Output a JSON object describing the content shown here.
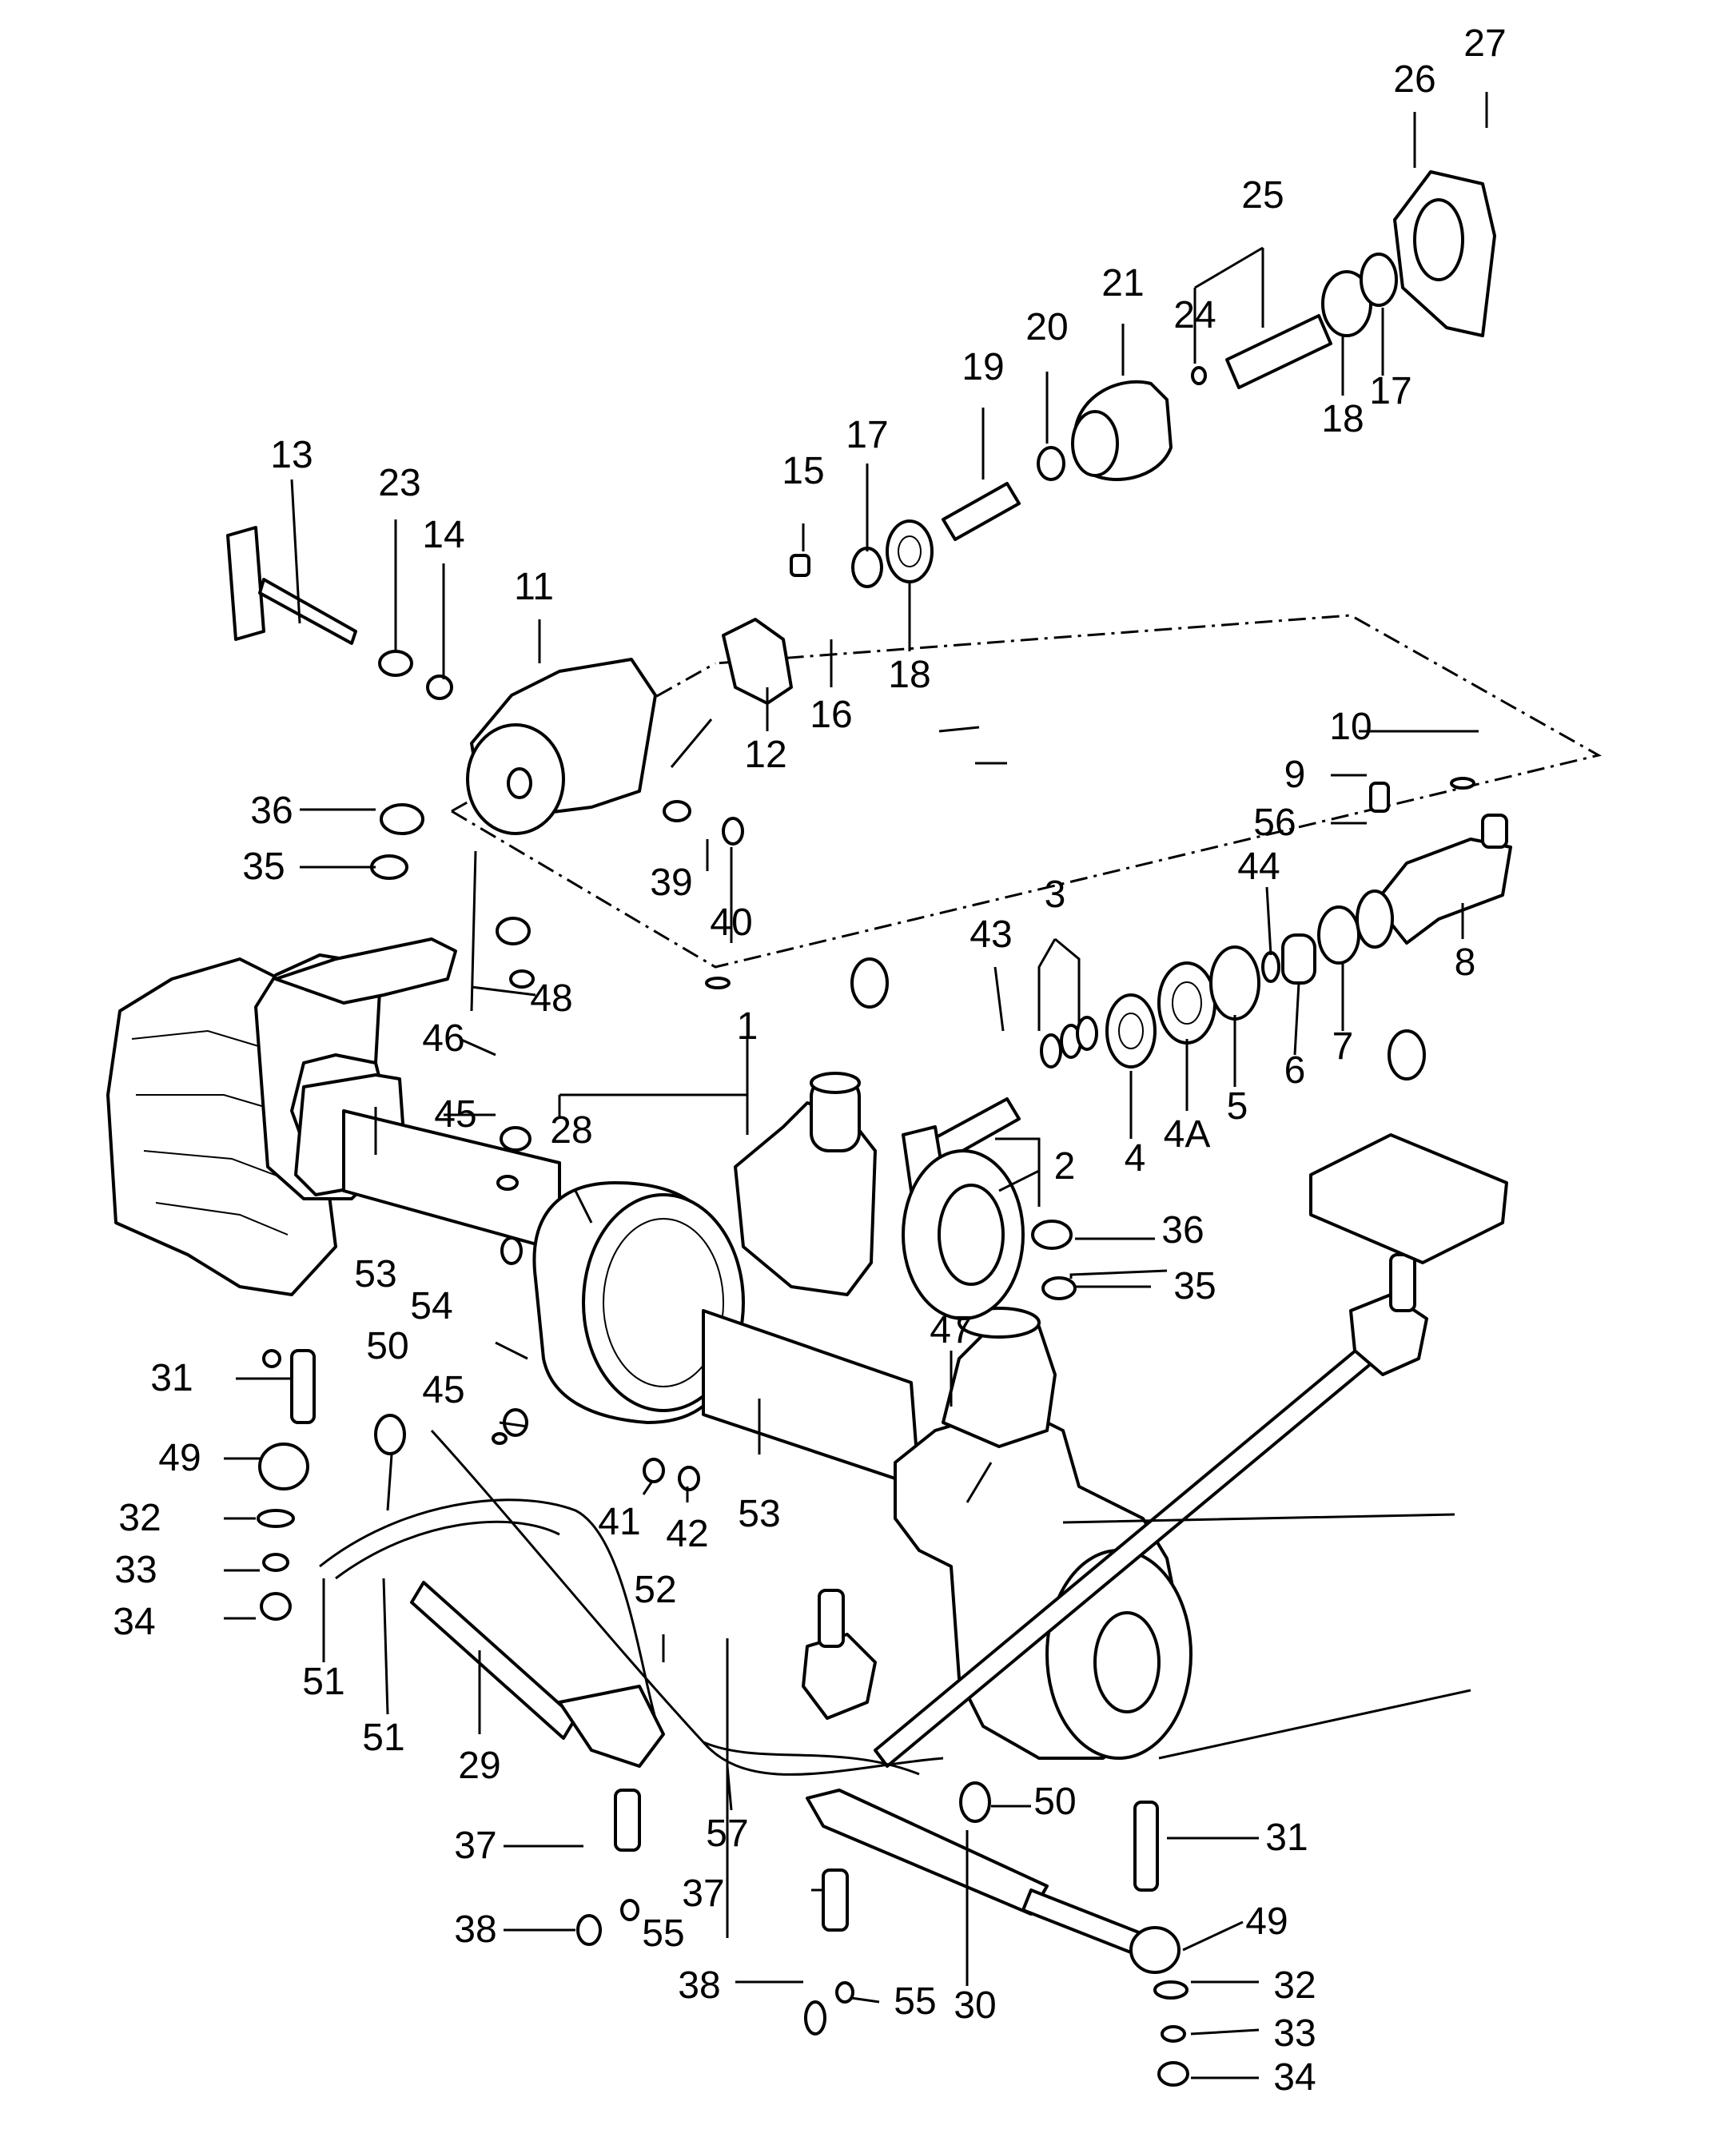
{
  "callouts": [
    {
      "id": "c1",
      "text": "1"
    },
    {
      "id": "c2",
      "text": "2"
    },
    {
      "id": "c3",
      "text": "3"
    },
    {
      "id": "c4",
      "text": "4"
    },
    {
      "id": "c4a",
      "text": "4A"
    },
    {
      "id": "c5",
      "text": "5"
    },
    {
      "id": "c6",
      "text": "6"
    },
    {
      "id": "c7",
      "text": "7"
    },
    {
      "id": "c8",
      "text": "8"
    },
    {
      "id": "c9",
      "text": "9"
    },
    {
      "id": "c10",
      "text": "10"
    },
    {
      "id": "c11",
      "text": "11"
    },
    {
      "id": "c12",
      "text": "12"
    },
    {
      "id": "c13",
      "text": "13"
    },
    {
      "id": "c14",
      "text": "14"
    },
    {
      "id": "c15",
      "text": "15"
    },
    {
      "id": "c16",
      "text": "16"
    },
    {
      "id": "c17a",
      "text": "17"
    },
    {
      "id": "c17b",
      "text": "17"
    },
    {
      "id": "c18a",
      "text": "18"
    },
    {
      "id": "c18b",
      "text": "18"
    },
    {
      "id": "c19",
      "text": "19"
    },
    {
      "id": "c20",
      "text": "20"
    },
    {
      "id": "c21",
      "text": "21"
    },
    {
      "id": "c23",
      "text": "23"
    },
    {
      "id": "c24",
      "text": "24"
    },
    {
      "id": "c25",
      "text": "25"
    },
    {
      "id": "c26",
      "text": "26"
    },
    {
      "id": "c27",
      "text": "27"
    },
    {
      "id": "c28",
      "text": "28"
    },
    {
      "id": "c29",
      "text": "29"
    },
    {
      "id": "c30",
      "text": "30"
    },
    {
      "id": "c31a",
      "text": "31"
    },
    {
      "id": "c31b",
      "text": "31"
    },
    {
      "id": "c32a",
      "text": "32"
    },
    {
      "id": "c32b",
      "text": "32"
    },
    {
      "id": "c33a",
      "text": "33"
    },
    {
      "id": "c33b",
      "text": "33"
    },
    {
      "id": "c34a",
      "text": "34"
    },
    {
      "id": "c34b",
      "text": "34"
    },
    {
      "id": "c35a",
      "text": "35"
    },
    {
      "id": "c35b",
      "text": "35"
    },
    {
      "id": "c36a",
      "text": "36"
    },
    {
      "id": "c36b",
      "text": "36"
    },
    {
      "id": "c37a",
      "text": "37"
    },
    {
      "id": "c37b",
      "text": "37"
    },
    {
      "id": "c38a",
      "text": "38"
    },
    {
      "id": "c38b",
      "text": "38"
    },
    {
      "id": "c39",
      "text": "39"
    },
    {
      "id": "c40",
      "text": "40"
    },
    {
      "id": "c41",
      "text": "41"
    },
    {
      "id": "c42",
      "text": "42"
    },
    {
      "id": "c43",
      "text": "43"
    },
    {
      "id": "c44",
      "text": "44"
    },
    {
      "id": "c45a",
      "text": "45"
    },
    {
      "id": "c45b",
      "text": "45"
    },
    {
      "id": "c46",
      "text": "46"
    },
    {
      "id": "c47",
      "text": "47"
    },
    {
      "id": "c48",
      "text": "48"
    },
    {
      "id": "c49a",
      "text": "49"
    },
    {
      "id": "c49b",
      "text": "49"
    },
    {
      "id": "c50a",
      "text": "50"
    },
    {
      "id": "c50b",
      "text": "50"
    },
    {
      "id": "c51a",
      "text": "51"
    },
    {
      "id": "c51b",
      "text": "51"
    },
    {
      "id": "c52",
      "text": "52"
    },
    {
      "id": "c53a",
      "text": "53"
    },
    {
      "id": "c53b",
      "text": "53"
    },
    {
      "id": "c54",
      "text": "54"
    },
    {
      "id": "c55a",
      "text": "55"
    },
    {
      "id": "c55b",
      "text": "55"
    },
    {
      "id": "c56",
      "text": "56"
    },
    {
      "id": "c57",
      "text": "57"
    }
  ]
}
